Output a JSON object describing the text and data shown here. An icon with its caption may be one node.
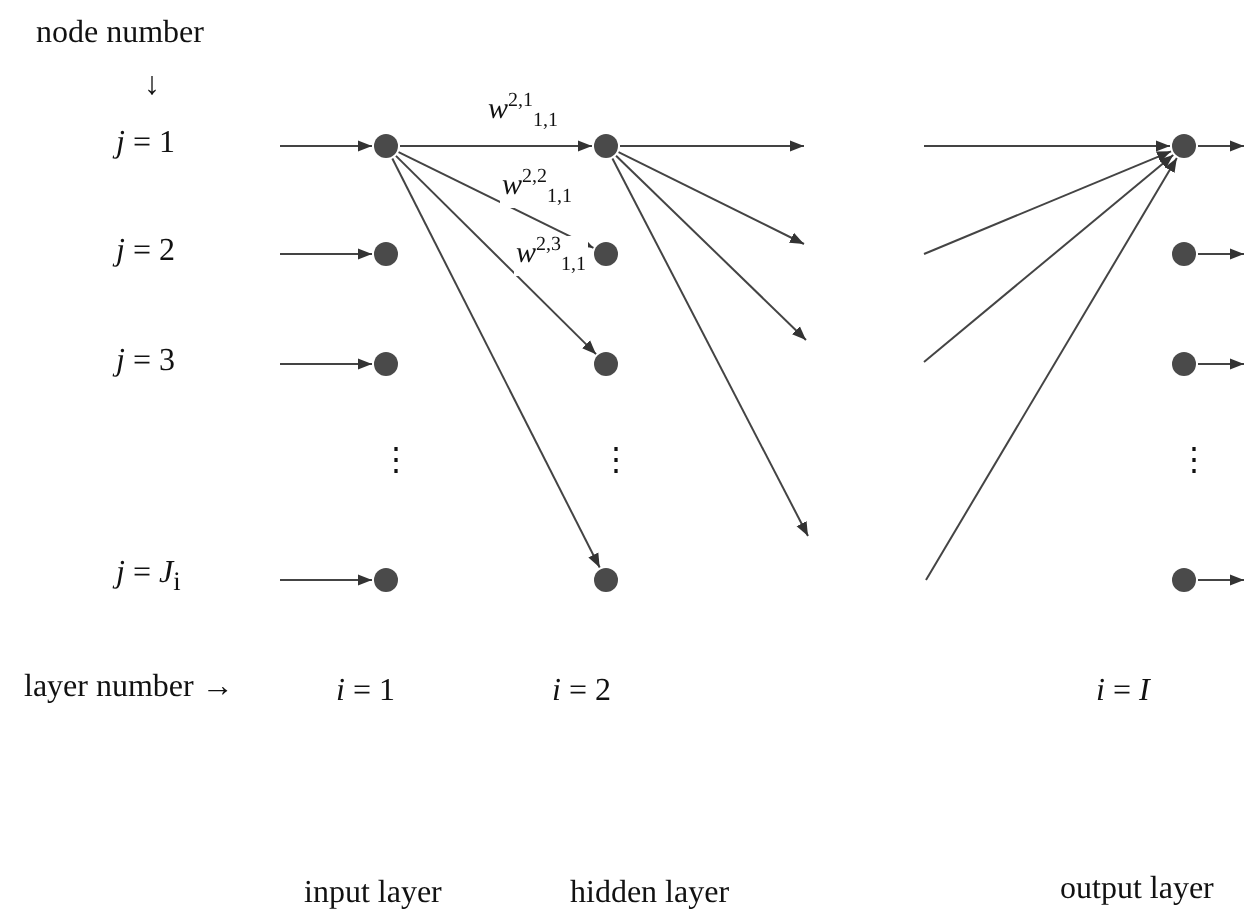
{
  "diagram": {
    "nodes": [
      {
        "text": [],
        "shape": "circle"
      },
      {
        "text": [],
        "shape": "circle"
      },
      {
        "text": [],
        "shape": "circle"
      },
      {
        "text": [],
        "shape": "circle"
      },
      {
        "text": [],
        "shape": "circle"
      },
      {
        "text": [],
        "shape": "circle"
      },
      {
        "text": [],
        "shape": "circle"
      },
      {
        "text": [],
        "shape": "circle"
      },
      {
        "text": [],
        "shape": "circle"
      },
      {
        "text": [],
        "shape": "circle"
      },
      {
        "text": [],
        "shape": "circle"
      },
      {
        "text": [],
        "shape": "circle"
      }
    ],
    "edges": [
      {
        "from": null,
        "to": 0,
        "arrow": "to"
      },
      {
        "from": null,
        "to": 1,
        "arrow": "to"
      },
      {
        "from": null,
        "to": 2,
        "arrow": "to"
      },
      {
        "from": null,
        "to": 3,
        "arrow": "to"
      },
      {
        "from": 0,
        "to": 4,
        "arrow": "to",
        "label": "*w*$^{2,1}$$_{1,1}$"
      },
      {
        "from": 0,
        "to": 5,
        "arrow": "to",
        "label": "*w*$^{2,2}$$_{1,1}$"
      },
      {
        "from": 0,
        "to": 6,
        "arrow": "to",
        "label": "*w*$^{2,3}$$_{1,1}$"
      },
      {
        "from": 0,
        "to": 7,
        "arrow": "to"
      },
      {
        "from": 4,
        "to": null,
        "arrow": "to"
      },
      {
        "from": 4,
        "to": null,
        "arrow": "to"
      },
      {
        "from": 4,
        "to": null,
        "arrow": "to"
      },
      {
        "from": 4,
        "to": null,
        "arrow": "to"
      },
      {
        "from": null,
        "to": 8,
        "arrow": "to"
      },
      {
        "from": null,
        "to": 8,
        "arrow": "to"
      },
      {
        "from": null,
        "to": 8,
        "arrow": "to"
      },
      {
        "from": null,
        "to": 8,
        "arrow": "to"
      },
      {
        "from": 8,
        "to": null,
        "arrow": "to"
      },
      {
        "from": 9,
        "to": null,
        "arrow": "to"
      },
      {
        "from": 10,
        "to": null,
        "arrow": "to"
      },
      {
        "from": 11,
        "to": null,
        "arrow": "to"
      }
    ],
    "labels": [
      "node number",
      "↓",
      "*j* = 1",
      "*j* = 2",
      "*j* = 3",
      "⋮",
      "⋮",
      "⋮",
      "*j* = *J*$_{i}$",
      "layer number →",
      "*i* = 1",
      "*i* = 2",
      "*i* = *I*",
      "input layer",
      "hidden layer",
      "output layer"
    ]
  }
}
